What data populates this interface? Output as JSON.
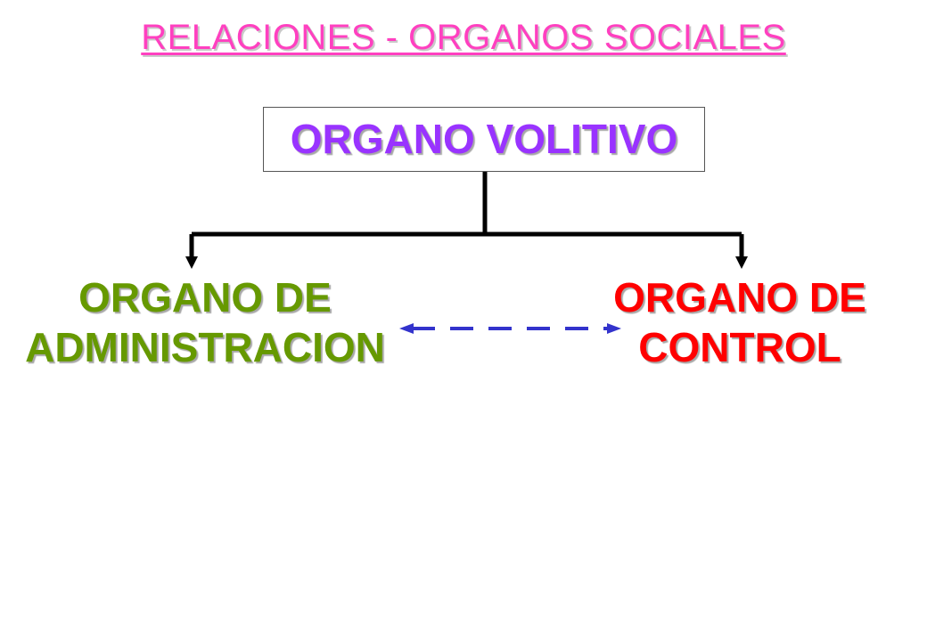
{
  "diagram": {
    "title": "RELACIONES - ORGANOS SOCIALES",
    "nodes": {
      "volitivo": "ORGANO VOLITIVO",
      "administracion_line1": "ORGANO DE",
      "administracion_line2": "ADMINISTRACION",
      "control_line1": "ORGANO DE",
      "control_line2": "CONTROL"
    },
    "colors": {
      "title": "#ff40c0",
      "volitivo": "#9933ff",
      "administracion": "#669900",
      "control": "#ff0000",
      "tree_connector": "#000000",
      "relation_connector": "#3333cc"
    }
  }
}
